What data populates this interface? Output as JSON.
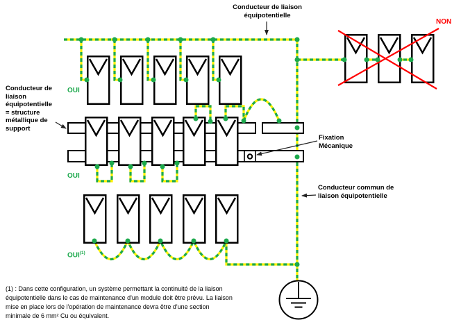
{
  "labels": {
    "top_conductor_line1": "Conducteur de liaison",
    "top_conductor_line2": "équipotentielle",
    "left_conductor_lines": [
      "Conducteur de",
      "liaison",
      "équipotentielle",
      "= structure",
      "métallique de",
      "support"
    ],
    "oui_top": "OUI",
    "oui_middle": "OUI",
    "oui_bottom": "OUI",
    "oui_bottom_sup": "(1)",
    "non": "NON",
    "fixation_line1": "Fixation",
    "fixation_line2": "Mécanique",
    "common_conductor_line1": "Conducteur commun de",
    "common_conductor_line2": "liaison équipotentielle",
    "footnote_lines": [
      "(1) : Dans cette configuration, un système permettant la continuité de la liaison",
      "équipotentielle dans le cas de maintenance d'un module doit être prévu. La liaison",
      "mise en place lors de l'opération de maintenance devra être d'une section",
      "minimale de 6 mm² Cu ou équivalent."
    ]
  },
  "colors": {
    "bonding_green": "#1CA94C",
    "bonding_yellow": "#FFF100",
    "forbidden_red": "#FF0000",
    "structure_black": "#000000",
    "background": "#FFFFFF"
  },
  "icons": {
    "earth_ground": "earth-ground-icon",
    "forbidden_cross": "forbidden-cross-icon",
    "mechanical_bolt": "mechanical-fixation-bolt-icon",
    "bonding_dot": "bonding-connection-dots",
    "arrow": "annotation-arrows"
  }
}
